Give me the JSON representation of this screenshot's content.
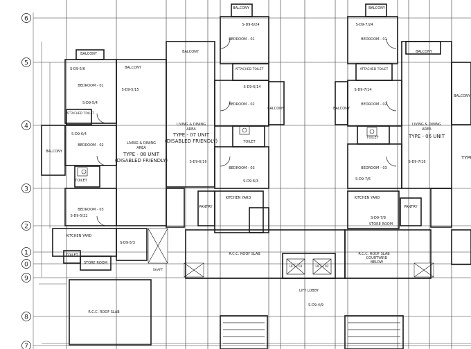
{
  "grid_markers": [
    "6",
    "5",
    "4",
    "3",
    "2",
    "1",
    "0",
    "9",
    "8",
    "7"
  ],
  "balconies": {
    "top_left": "BALCONY",
    "top_right": "BALCONY",
    "left_a": "BALCONY",
    "left_b": "BALCONY",
    "mid_a": "BALCONY",
    "mid_b": "BALCONY",
    "mid_c": "BALCONY",
    "right_a": "BALCONY",
    "right_b": "BALCONY",
    "right_c": "BALCONY"
  },
  "rooms": {
    "u8_bed1": "BEDROOM - 01",
    "u8_bed2": "BEDROOM - 02",
    "u8_bed3": "BEDROOM - 03",
    "u8_attached_toilet": "ATTACHED TOILET",
    "u8_toilet": "TOILET",
    "u8_living_l1": "LIVING & DINING",
    "u8_living_l2": "AREA",
    "u8_kitchen_yard": "KITCHEN YARD",
    "u8_store": "STORE ROOM",
    "u8_toilet2": "TOILET",
    "u7_bed1": "BEDROOM - 01",
    "u7_bed2": "BEDROOM - 02",
    "u7_bed3": "BEDROOM - 03",
    "u7_attached_toilet": "ATTACHED TOILET",
    "u7_toilet": "TOILET",
    "u7_living_l1": "LIVING & DINING",
    "u7_living_l2": "AREA",
    "u7_kitchen_yard": "KITCHEN YARD",
    "u7_pantry": "PANTRY",
    "u6_bed1": "BEDROOM - 01",
    "u6_bed2": "BEDROOM - 02",
    "u6_bed3": "BEDROOM - 03",
    "u6_attached_toilet": "ATTACHED TOILET",
    "u6_toilet": "TOILET",
    "u6_living_l1": "LIVING & DINING",
    "u6_living_l2": "AREA",
    "u6_kitchen_yard": "KITCHEN YARD",
    "u6_pantry": "PANTRY",
    "u6_store": "STORE ROOM",
    "lift1": "LIFT - 01",
    "lift2": "LIFT - 02",
    "lift_lobby": "LIFT LOBBY",
    "shaft": "SHAFT"
  },
  "unit_types": {
    "u8_line1": "TYPE - 08 UNIT",
    "u8_line2": "(DISABLED FRIENDLY)",
    "u7_line1": "TYPE - 07 UNIT",
    "u7_line2": "(DISABLED FRIENDLY)",
    "u6_line1": "TYPE - 06 UNIT",
    "edge": "TYPE"
  },
  "slabs": {
    "left": "R.C.C. ROOF SLAB",
    "mid": "R.C.C. ROOF SLAB",
    "right_l1": "R.C.C. ROOF SLAB",
    "right_l2": "COURTYARD",
    "right_l3": "BELOW"
  },
  "tags": {
    "t1": "S-D9-5/6",
    "t2": "S-D9-5/15",
    "t3": "S-D9-5/4",
    "t4": "S-D9-6/4",
    "t5": "S-D9-5/22",
    "t6": "S-D9-6/24",
    "t7": "S-D9-6/14",
    "t8": "S-D9-6/16",
    "t9": "S-D9-6/3",
    "t10": "S-D9-7/24",
    "t11": "S-D9-7/14",
    "t12": "S-D9-7/16",
    "t13": "S-D9-7/6",
    "t14": "S-D9-7/8",
    "t15": "S-D9-4/9",
    "t16": "S-D9-5/3"
  }
}
